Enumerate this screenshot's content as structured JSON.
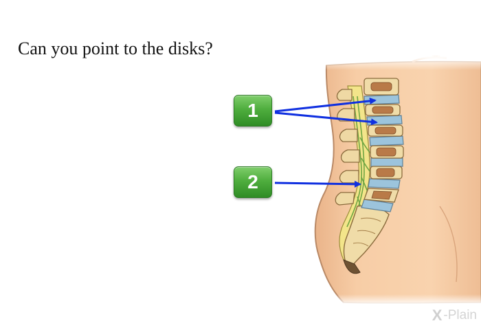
{
  "question": "Can you point to the disks?",
  "callouts": [
    {
      "label": "1"
    },
    {
      "label": "2"
    }
  ],
  "brand": {
    "mark": "X",
    "name": "-Plain"
  },
  "colors": {
    "arrow": "#1030e0",
    "callout_green": "#4fae3e",
    "skin": "#f6c79c",
    "vertebra": "#f0dca8",
    "disk": "#9cc4dc",
    "nerve": "#f3e58a"
  }
}
